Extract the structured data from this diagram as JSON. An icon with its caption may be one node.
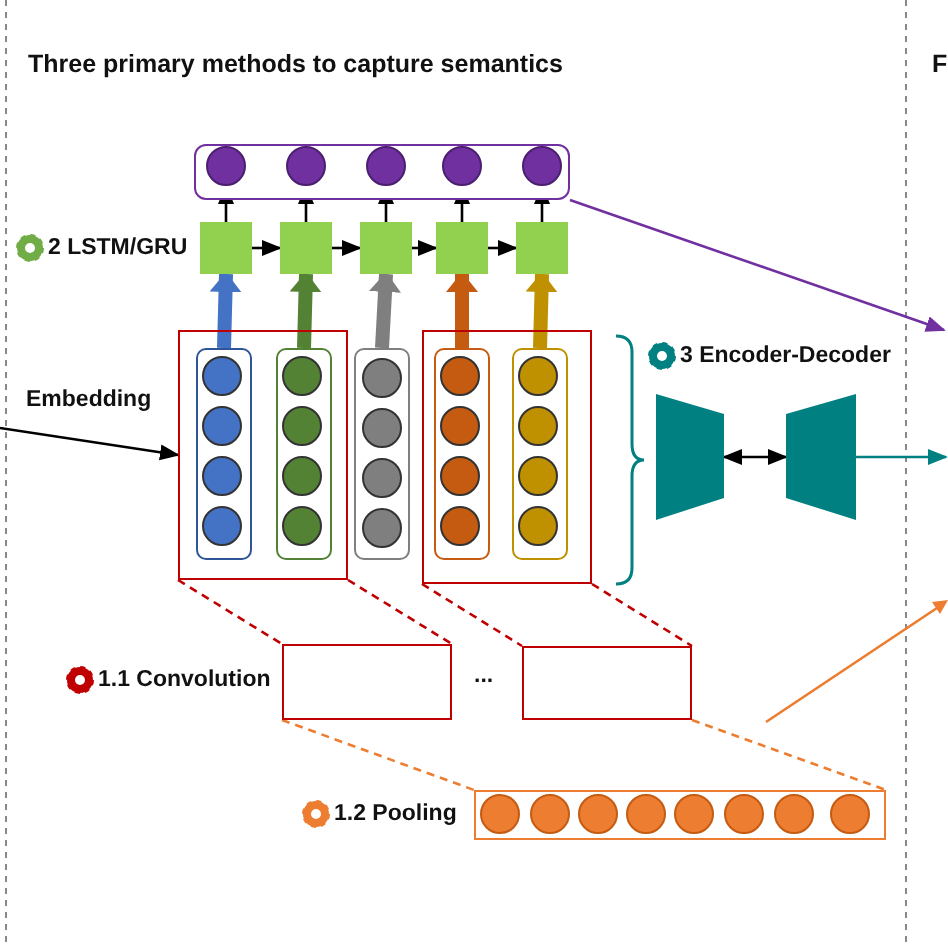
{
  "diagram": {
    "title": "Three primary methods to capture semantics",
    "nodes": [
      {
        "text": [],
        "shape": "box"
      },
      {
        "text": [],
        "shape": "circle",
        "in": 0
      },
      {
        "text": [],
        "shape": "circle",
        "in": 0
      },
      {
        "text": [],
        "shape": "circle",
        "in": 0
      },
      {
        "text": [],
        "shape": "circle",
        "in": 0
      },
      {
        "text": [],
        "shape": "circle",
        "in": 0
      },
      {
        "text": [],
        "shape": "box"
      },
      {
        "text": [],
        "shape": "box"
      },
      {
        "text": [],
        "shape": "box"
      },
      {
        "text": [],
        "shape": "box"
      },
      {
        "text": [],
        "shape": "box"
      },
      {
        "text": [],
        "shape": "box"
      },
      {
        "text": [],
        "shape": "box"
      },
      {
        "text": [],
        "shape": "box",
        "in": 11
      },
      {
        "text": [],
        "shape": "box",
        "in": 11
      },
      {
        "text": [],
        "shape": "box"
      },
      {
        "text": [],
        "shape": "box",
        "in": 12
      },
      {
        "text": [],
        "shape": "box",
        "in": 12
      },
      {
        "text": [],
        "shape": "circle",
        "in": 13
      },
      {
        "text": [],
        "shape": "circle",
        "in": 13
      },
      {
        "text": [],
        "shape": "circle",
        "in": 13
      },
      {
        "text": [],
        "shape": "circle",
        "in": 13
      },
      {
        "text": [],
        "shape": "circle",
        "in": 14
      },
      {
        "text": [],
        "shape": "circle",
        "in": 14
      },
      {
        "text": [],
        "shape": "circle",
        "in": 14
      },
      {
        "text": [],
        "shape": "circle",
        "in": 14
      },
      {
        "text": [],
        "shape": "circle",
        "in": 15
      },
      {
        "text": [],
        "shape": "circle",
        "in": 15
      },
      {
        "text": [],
        "shape": "circle",
        "in": 15
      },
      {
        "text": [],
        "shape": "circle",
        "in": 15
      },
      {
        "text": [],
        "shape": "circle",
        "in": 16
      },
      {
        "text": [],
        "shape": "circle",
        "in": 16
      },
      {
        "text": [],
        "shape": "circle",
        "in": 16
      },
      {
        "text": [],
        "shape": "circle",
        "in": 16
      },
      {
        "text": [],
        "shape": "circle",
        "in": 17
      },
      {
        "text": [],
        "shape": "circle",
        "in": 17
      },
      {
        "text": [],
        "shape": "circle",
        "in": 17
      },
      {
        "text": [],
        "shape": "circle",
        "in": 17
      },
      {
        "text": [],
        "shape": "box"
      },
      {
        "text": [],
        "shape": "box"
      },
      {
        "text": [],
        "shape": "box"
      },
      {
        "text": [],
        "shape": "circle",
        "in": 40
      },
      {
        "text": [],
        "shape": "circle",
        "in": 40
      },
      {
        "text": [],
        "shape": "circle",
        "in": 40
      },
      {
        "text": [],
        "shape": "circle",
        "in": 40
      },
      {
        "text": [],
        "shape": "circle",
        "in": 40
      },
      {
        "text": [],
        "shape": "circle",
        "in": 40
      },
      {
        "text": [],
        "shape": "circle",
        "in": 40
      },
      {
        "text": [],
        "shape": "circle",
        "in": 40
      },
      {
        "text": [],
        "shape": "trapezoid"
      },
      {
        "text": [],
        "shape": "trapezoid"
      }
    ],
    "edges": [
      {
        "from": 6,
        "to": 1,
        "arrow": "to"
      },
      {
        "from": 7,
        "to": 2,
        "arrow": "to"
      },
      {
        "from": 8,
        "to": 3,
        "arrow": "to"
      },
      {
        "from": 9,
        "to": 4,
        "arrow": "to"
      },
      {
        "from": 10,
        "to": 5,
        "arrow": "to"
      },
      {
        "from": 6,
        "to": 7,
        "arrow": "to"
      },
      {
        "from": 7,
        "to": 8,
        "arrow": "to"
      },
      {
        "from": 8,
        "to": 9,
        "arrow": "to"
      },
      {
        "from": 9,
        "to": 10,
        "arrow": "to"
      },
      {
        "from": 13,
        "to": 6,
        "arrow": "to",
        "style": "thick",
        "color": "#4472c4"
      },
      {
        "from": 14,
        "to": 7,
        "arrow": "to",
        "style": "thick",
        "color": "#548235"
      },
      {
        "from": 15,
        "to": 8,
        "arrow": "to",
        "style": "thick",
        "color": "#7f7f7f"
      },
      {
        "from": 16,
        "to": 9,
        "arrow": "to",
        "style": "thick",
        "color": "#c55a11"
      },
      {
        "from": 17,
        "to": 10,
        "arrow": "to",
        "style": "thick",
        "color": "#bf9000"
      },
      {
        "from": null,
        "to": 11,
        "arrow": "to"
      },
      {
        "from": 11,
        "to": 38,
        "arrow": "none",
        "style": "dashed",
        "color": "#c00000"
      },
      {
        "from": 11,
        "to": 38,
        "arrow": "none",
        "style": "dashed",
        "color": "#c00000"
      },
      {
        "from": 12,
        "to": 39,
        "arrow": "none",
        "style": "dashed",
        "color": "#c00000"
      },
      {
        "from": 12,
        "to": 39,
        "arrow": "none",
        "style": "dashed",
        "color": "#c00000"
      },
      {
        "from": 38,
        "to": 40,
        "arrow": "none",
        "style": "dashed",
        "color": "#ed7d31"
      },
      {
        "from": 39,
        "to": 40,
        "arrow": "none",
        "style": "dashed",
        "color": "#ed7d31"
      },
      {
        "from": 49,
        "to": 50,
        "arrow": "both"
      },
      {
        "from": 50,
        "to": null,
        "arrow": "to",
        "color": "#008080"
      },
      {
        "from": 0,
        "to": null,
        "arrow": "to",
        "color": "#7030a0"
      }
    ],
    "labels": [
      "2 LSTM/GRU",
      "Embedding",
      "3 Encoder-Decoder",
      "1.1 Convolution",
      "...",
      "1.2 Pooling",
      "F"
    ]
  }
}
